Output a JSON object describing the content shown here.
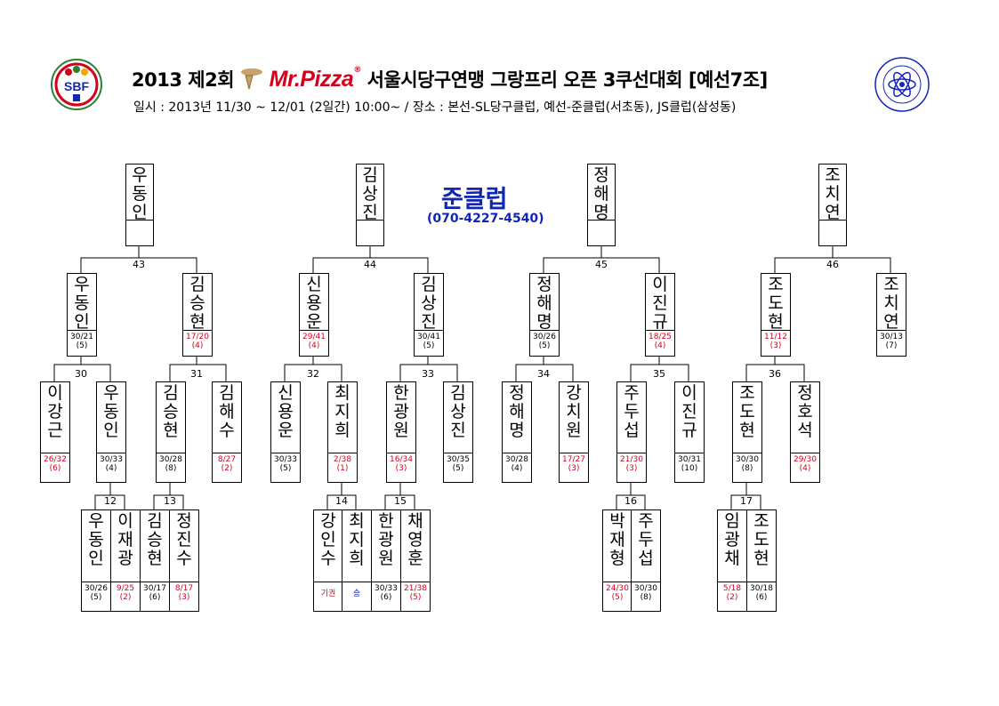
{
  "header": {
    "year": "2013",
    "round": "제2회",
    "sponsor": "Mr.Pizza",
    "sponsor_mark": "®",
    "title_rest": "서울시당구연맹 그랑프리 오픈 3쿠선대회 [예선7조]",
    "subtitle": "일시 : 2013년 11/30 ~ 12/01 (2일간) 10:00~ / 장소 : 본선-SL당구클럽, 예선-준클럽(서초동), JS클럽(삼성동)"
  },
  "logo_left": {
    "text": "SBF",
    "icon": "federation-logo-icon"
  },
  "logo_right": {
    "icon": "seal-logo-icon"
  },
  "club": {
    "name": "준클럽",
    "phone": "(070-4227-4540)"
  },
  "bracket": {
    "winners": [
      {
        "name": "우동인"
      },
      {
        "name": "김상진"
      },
      {
        "name": "정해명"
      },
      {
        "name": "조치연"
      }
    ],
    "final_matches": [
      "43",
      "44",
      "45",
      "46"
    ],
    "semi": [
      {
        "name": "우동인",
        "score": "30/21",
        "inning": "(5)",
        "red": false
      },
      {
        "name": "김승현",
        "score": "17/20",
        "inning": "(4)",
        "red": true
      },
      {
        "name": "신용운",
        "score": "29/41",
        "inning": "(4)",
        "red": true
      },
      {
        "name": "김상진",
        "score": "30/41",
        "inning": "(5)",
        "red": false
      },
      {
        "name": "정해명",
        "score": "30/26",
        "inning": "(5)",
        "red": false
      },
      {
        "name": "이진규",
        "score": "18/25",
        "inning": "(4)",
        "red": true
      },
      {
        "name": "조도현",
        "score": "11/12",
        "inning": "(3)",
        "red": true
      },
      {
        "name": "조치연",
        "score": "30/13",
        "inning": "(7)",
        "red": false
      }
    ],
    "semi_matches": [
      "30",
      "31",
      "32",
      "33",
      "34",
      "35",
      "36"
    ],
    "quarter": [
      {
        "name": "이강근",
        "score": "26/32",
        "inning": "(6)",
        "red": true
      },
      {
        "name": "우동인",
        "score": "30/33",
        "inning": "(4)",
        "red": false
      },
      {
        "name": "김승현",
        "score": "30/28",
        "inning": "(8)",
        "red": false
      },
      {
        "name": "김해수",
        "score": "8/27",
        "inning": "(2)",
        "red": true
      },
      {
        "name": "신용운",
        "score": "30/33",
        "inning": "(5)",
        "red": false
      },
      {
        "name": "최지희",
        "score": "2/38",
        "inning": "(1)",
        "red": true
      },
      {
        "name": "한광원",
        "score": "16/34",
        "inning": "(3)",
        "red": true
      },
      {
        "name": "김상진",
        "score": "30/35",
        "inning": "(5)",
        "red": false
      },
      {
        "name": "정해명",
        "score": "30/28",
        "inning": "(4)",
        "red": false
      },
      {
        "name": "강치원",
        "score": "17/27",
        "inning": "(3)",
        "red": true
      },
      {
        "name": "주두섭",
        "score": "21/30",
        "inning": "(3)",
        "red": true
      },
      {
        "name": "이진규",
        "score": "30/31",
        "inning": "(10)",
        "red": false
      },
      {
        "name": "조도현",
        "score": "30/30",
        "inning": "(8)",
        "red": false
      },
      {
        "name": "정호석",
        "score": "29/30",
        "inning": "(4)",
        "red": true
      }
    ],
    "first_matches": [
      "12",
      "13",
      "14",
      "15",
      "16",
      "17"
    ],
    "first": [
      {
        "name": "우동인",
        "score": "30/26",
        "inning": "(5)",
        "red": false
      },
      {
        "name": "이재광",
        "score": "9/25",
        "inning": "(2)",
        "red": true
      },
      {
        "name": "김승현",
        "score": "30/17",
        "inning": "(6)",
        "red": false
      },
      {
        "name": "정진수",
        "score": "8/17",
        "inning": "(3)",
        "red": true
      },
      {
        "name": "강인수",
        "score": "기권",
        "inning": "",
        "red": true
      },
      {
        "name": "최지희",
        "score": "승",
        "inning": "",
        "red": false,
        "blue": true
      },
      {
        "name": "한광원",
        "score": "30/33",
        "inning": "(6)",
        "red": false
      },
      {
        "name": "채영훈",
        "score": "21/38",
        "inning": "(5)",
        "red": true
      },
      {
        "name": "박재형",
        "score": "24/30",
        "inning": "(5)",
        "red": true
      },
      {
        "name": "주두섭",
        "score": "30/30",
        "inning": "(8)",
        "red": false
      },
      {
        "name": "임광채",
        "score": "5/18",
        "inning": "(2)",
        "red": true
      },
      {
        "name": "조도현",
        "score": "30/18",
        "inning": "(6)",
        "red": false
      }
    ]
  }
}
